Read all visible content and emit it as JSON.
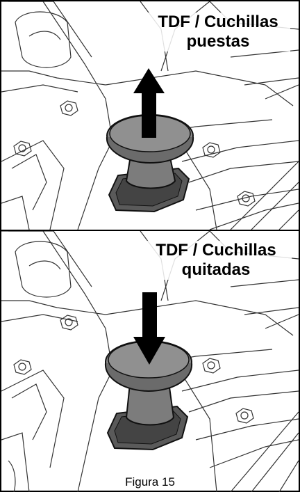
{
  "panels": [
    {
      "title_line1": "TDF / Cuchillas",
      "title_line2": "puestas",
      "arrow_direction": "up"
    },
    {
      "title_line1": "TDF / Cuchillas",
      "title_line2": "quitadas",
      "arrow_direction": "down"
    }
  ],
  "caption": "Figura 15",
  "colors": {
    "knob_fill": "#8a8a8a",
    "knob_dark": "#6b6b6b",
    "base_fill": "#5a5a5a",
    "arrow": "#000000",
    "line": "#333333"
  }
}
